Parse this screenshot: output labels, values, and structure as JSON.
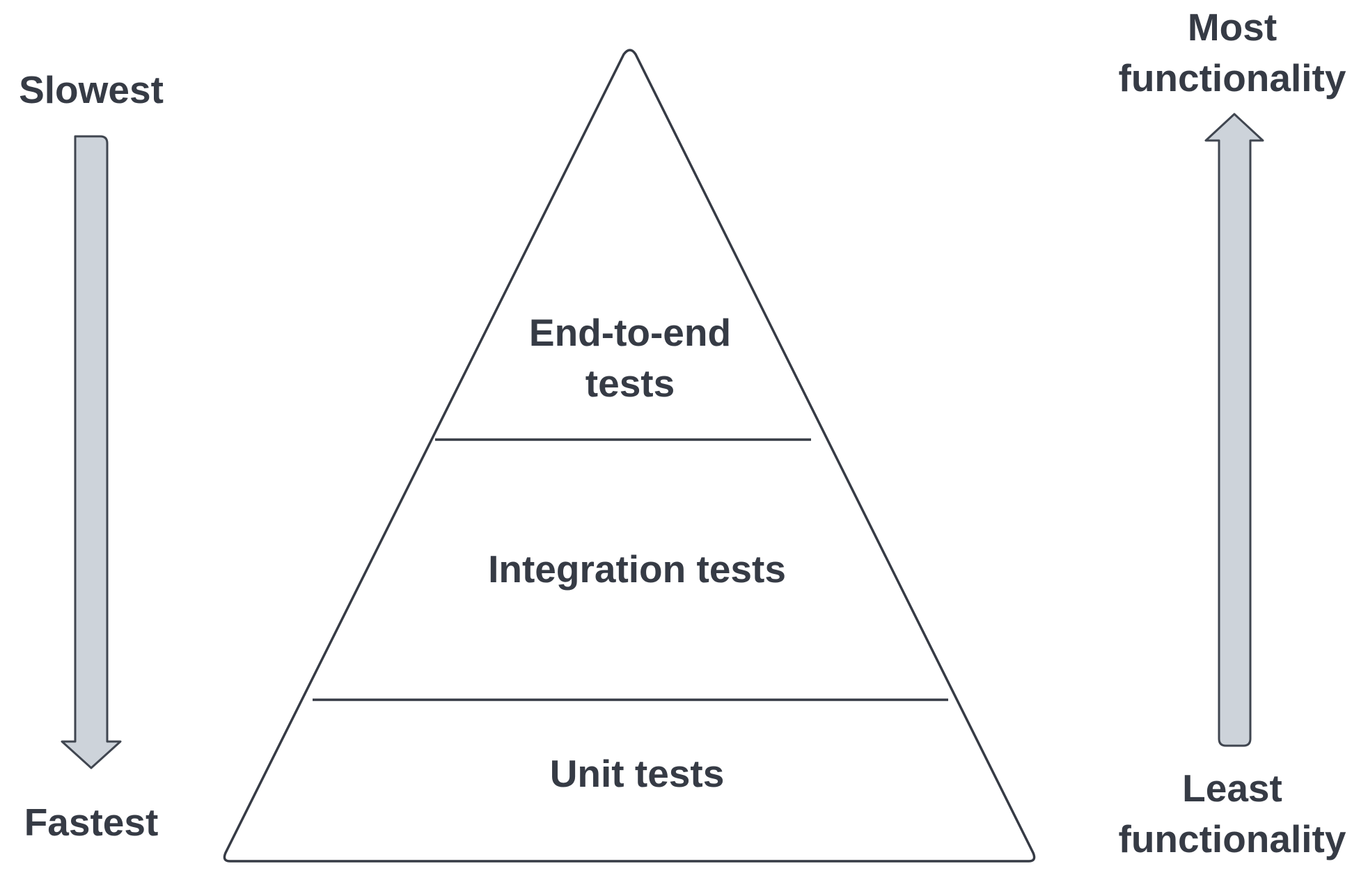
{
  "left_axis": {
    "top_label": "Slowest",
    "bottom_label": "Fastest",
    "arrow_icon": "arrow-down-icon"
  },
  "right_axis": {
    "top_label_line1": "Most",
    "top_label_line2": "functionality",
    "bottom_label_line1": "Least",
    "bottom_label_line2": "functionality",
    "arrow_icon": "arrow-up-icon"
  },
  "pyramid": {
    "tiers": [
      {
        "line1": "End-to-end",
        "line2": "tests"
      },
      {
        "line1": "Integration tests"
      },
      {
        "line1": "Unit tests"
      }
    ]
  },
  "colors": {
    "text": "#363b45",
    "outline": "#363b45",
    "arrow_fill": "#cdd3da",
    "arrow_stroke": "#404650"
  }
}
